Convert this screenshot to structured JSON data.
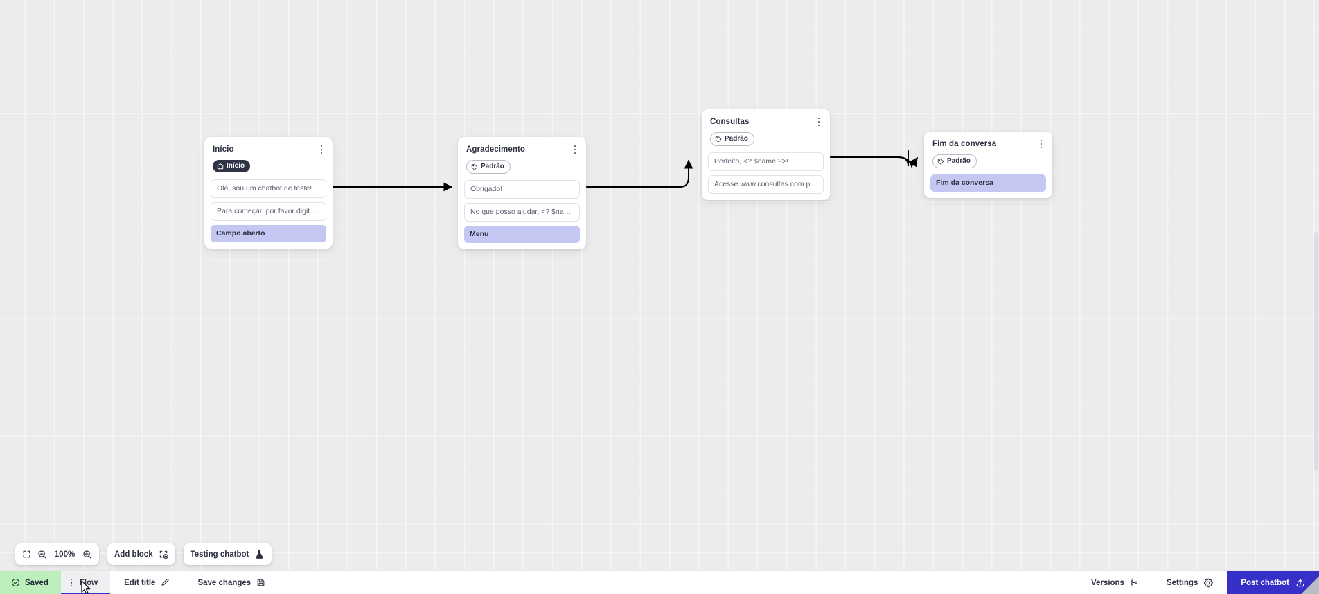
{
  "canvas": {
    "zoom_level": "100%",
    "grid": "dotted-grid"
  },
  "nodes": [
    {
      "id": "inicio",
      "title": "Início",
      "badge": {
        "label": "Início",
        "style": "start",
        "icon": "home-icon"
      },
      "messages": [
        "Olá, sou um chatbot de teste!",
        "Para começar, por favor digite o ..."
      ],
      "action": "Campo aberto"
    },
    {
      "id": "agradecimento",
      "title": "Agradecimento",
      "badge": {
        "label": "Padrão",
        "style": "tag",
        "icon": "tag-icon"
      },
      "messages": [
        "Obrigado!",
        "No que posso ajudar, <? $name ..."
      ],
      "action": "Menu"
    },
    {
      "id": "consultas",
      "title": "Consultas",
      "badge": {
        "label": "Padrão",
        "style": "tag",
        "icon": "tag-icon"
      },
      "messages": [
        "Perfeito, <? $name ?>!",
        "Acesse www.consultas.com par..."
      ],
      "action": null
    },
    {
      "id": "fim-da-conversa",
      "title": "Fim da conversa",
      "badge": {
        "label": "Padrão",
        "style": "tag",
        "icon": "tag-icon"
      },
      "messages": [],
      "action": "Fim da conversa"
    }
  ],
  "toolbar": {
    "fit_icon": "fit-screen-icon",
    "zoom_out_icon": "zoom-out-icon",
    "zoom_value": "100%",
    "zoom_in_icon": "zoom-in-icon",
    "add_block_label": "Add block",
    "add_block_icon": "add-block-icon",
    "testing_label": "Testing chatbot",
    "testing_icon": "flask-icon"
  },
  "bottombar": {
    "saved_label": "Saved",
    "saved_icon": "check-circle-icon",
    "saved_bg": "#bdefbd",
    "flow_tab_label": "Flow",
    "flow_tab_icon": "kebab-icon",
    "edit_title_label": "Edit title",
    "edit_title_icon": "pencil-icon",
    "save_changes_label": "Save changes",
    "save_changes_icon": "floppy-disk-icon",
    "versions_label": "Versions",
    "versions_icon": "branch-icon",
    "settings_label": "Settings",
    "settings_icon": "gear-icon",
    "post_label": "Post chatbot",
    "post_icon": "upload-icon",
    "post_bg": "#3730c8"
  },
  "colors": {
    "canvas_bg": "#ececed",
    "action_purple": "#c3c7f2",
    "accent_blue": "#3730c8",
    "badge_dark": "#2f3346",
    "edge_stroke": "#000000"
  }
}
